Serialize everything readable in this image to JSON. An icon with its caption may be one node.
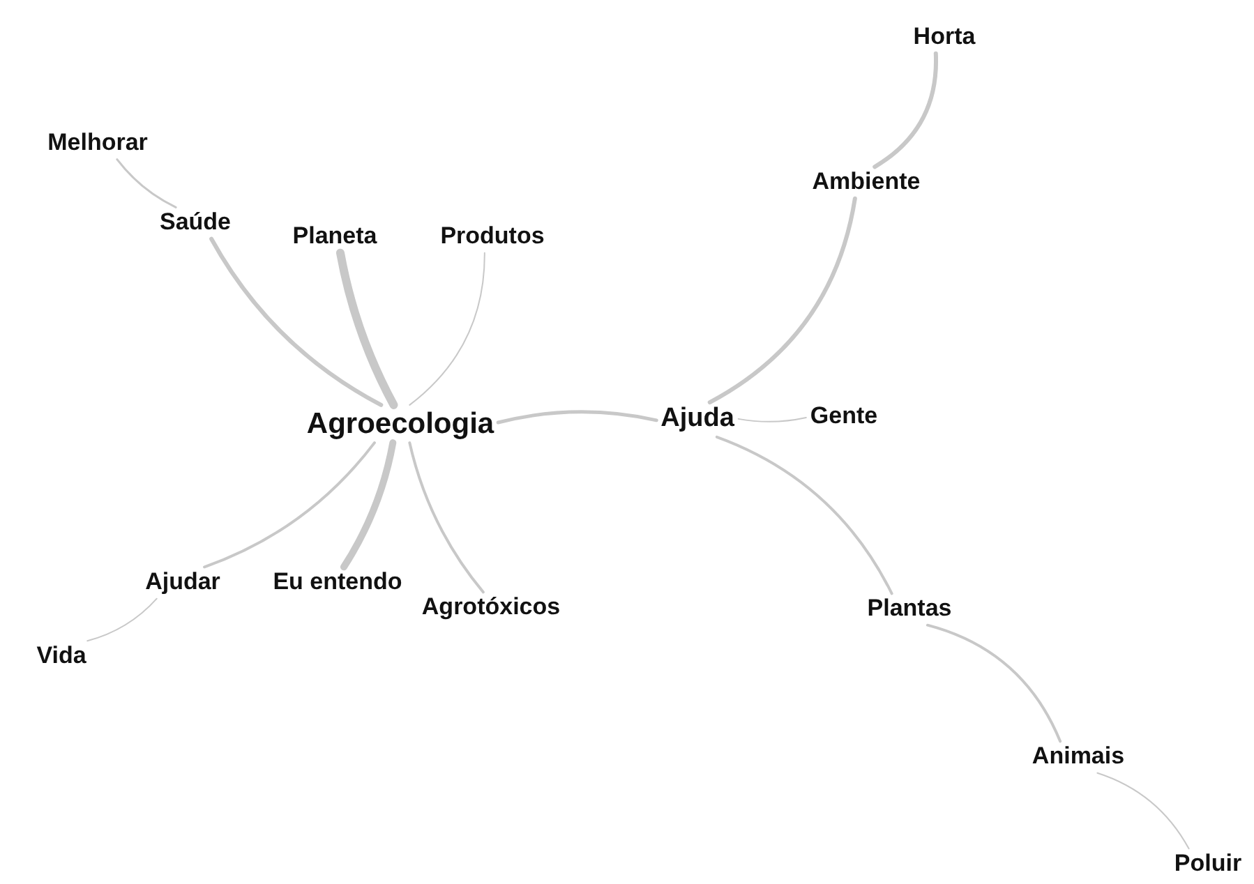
{
  "diagram": {
    "nodes": [
      {
        "text": [
          "Horta"
        ]
      },
      {
        "text": [
          "Melhorar"
        ]
      },
      {
        "text": [
          "Ambiente"
        ]
      },
      {
        "text": [
          "Saúde"
        ]
      },
      {
        "text": [
          "Planeta"
        ]
      },
      {
        "text": [
          "Produtos"
        ]
      },
      {
        "text": [
          "Agroecologia"
        ]
      },
      {
        "text": [
          "Ajuda"
        ]
      },
      {
        "text": [
          "Gente"
        ]
      },
      {
        "text": [
          "Ajudar"
        ]
      },
      {
        "text": [
          "Eu entendo"
        ]
      },
      {
        "text": [
          "Agrotóxicos"
        ]
      },
      {
        "text": [
          "Plantas"
        ]
      },
      {
        "text": [
          "Vida"
        ]
      },
      {
        "text": [
          "Animais"
        ]
      },
      {
        "text": [
          "Poluir"
        ]
      }
    ],
    "edges": [
      {
        "from": 1,
        "to": 3,
        "arrow": "none"
      },
      {
        "from": 3,
        "to": 6,
        "arrow": "none"
      },
      {
        "from": 4,
        "to": 6,
        "arrow": "none",
        "style": "thick"
      },
      {
        "from": 5,
        "to": 6,
        "arrow": "none"
      },
      {
        "from": 6,
        "to": 7,
        "arrow": "none"
      },
      {
        "from": 7,
        "to": 2,
        "arrow": "none"
      },
      {
        "from": 2,
        "to": 0,
        "arrow": "none"
      },
      {
        "from": 7,
        "to": 8,
        "arrow": "none"
      },
      {
        "from": 7,
        "to": 12,
        "arrow": "none"
      },
      {
        "from": 12,
        "to": 14,
        "arrow": "none"
      },
      {
        "from": 14,
        "to": 15,
        "arrow": "none"
      },
      {
        "from": 6,
        "to": 9,
        "arrow": "none"
      },
      {
        "from": 6,
        "to": 10,
        "arrow": "none",
        "style": "thick"
      },
      {
        "from": 6,
        "to": 11,
        "arrow": "none"
      },
      {
        "from": 9,
        "to": 13,
        "arrow": "none"
      }
    ]
  }
}
